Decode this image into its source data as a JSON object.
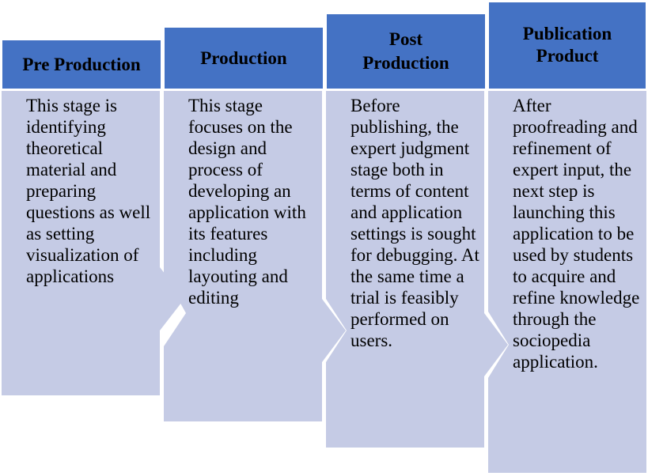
{
  "colors": {
    "header": "#4472c4",
    "body": "#c5cbe5",
    "text": "#000000"
  },
  "stages": [
    {
      "title": "Pre Production",
      "description": "This stage is identifying theoretical material and preparing questions as well as setting visualization of applications"
    },
    {
      "title": "Production",
      "description": "This stage focuses on the design and process of developing an application with its features including layouting and editing"
    },
    {
      "title": "Post Production",
      "description": "Before publishing, the expert judgment stage both in terms of content and application settings is sought for debugging. At the same time a trial is feasibly performed on users."
    },
    {
      "title": "Publication Product",
      "description": "After proofreading and refinement of expert input, the next step is launching this application to be used by students to acquire and refine knowledge through the sociopedia application."
    }
  ]
}
